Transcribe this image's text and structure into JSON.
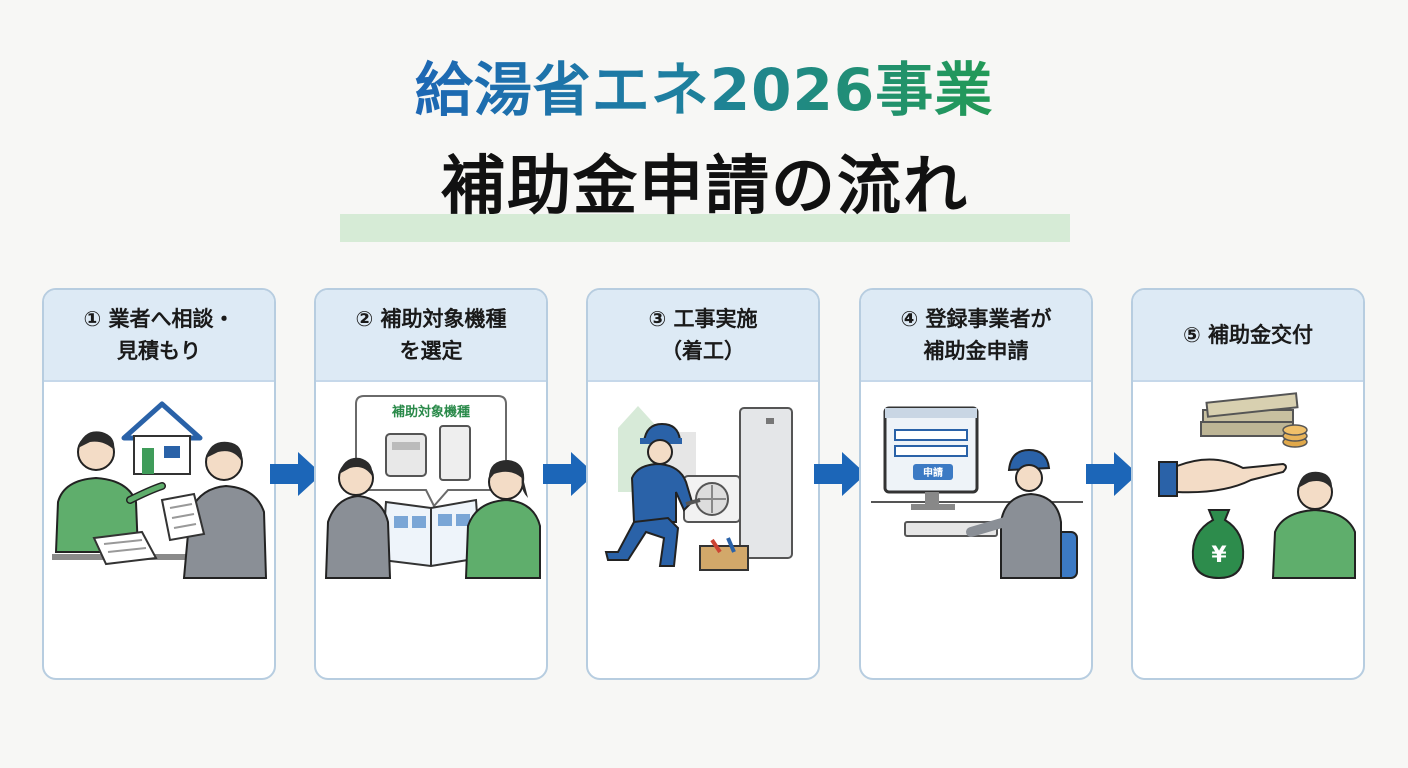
{
  "title": {
    "line1": "給湯省エネ2026事業",
    "line2": "補助金申請の流れ"
  },
  "steps": [
    {
      "label": "① 業者へ相談・\n見積もり",
      "icon": "consultation-icon"
    },
    {
      "label": "② 補助対象機種\nを選定",
      "icon": "catalog-selection-icon",
      "bubble_label": "補助対象機種"
    },
    {
      "label": "③ 工事実施\n（着工）",
      "icon": "installation-worker-icon"
    },
    {
      "label": "④ 登録事業者が\n補助金申請",
      "icon": "online-application-icon",
      "screen_button": "申請"
    },
    {
      "label": "⑤ 補助金交付",
      "icon": "money-payment-icon",
      "yen_symbol": "¥"
    }
  ],
  "colors": {
    "title_blue": "#1d67b4",
    "title_green": "#239a55",
    "arrow": "#1c66b8",
    "card_border": "#b7cde0",
    "card_header": "#ddeaf5",
    "underline": "#d6ebd6"
  }
}
